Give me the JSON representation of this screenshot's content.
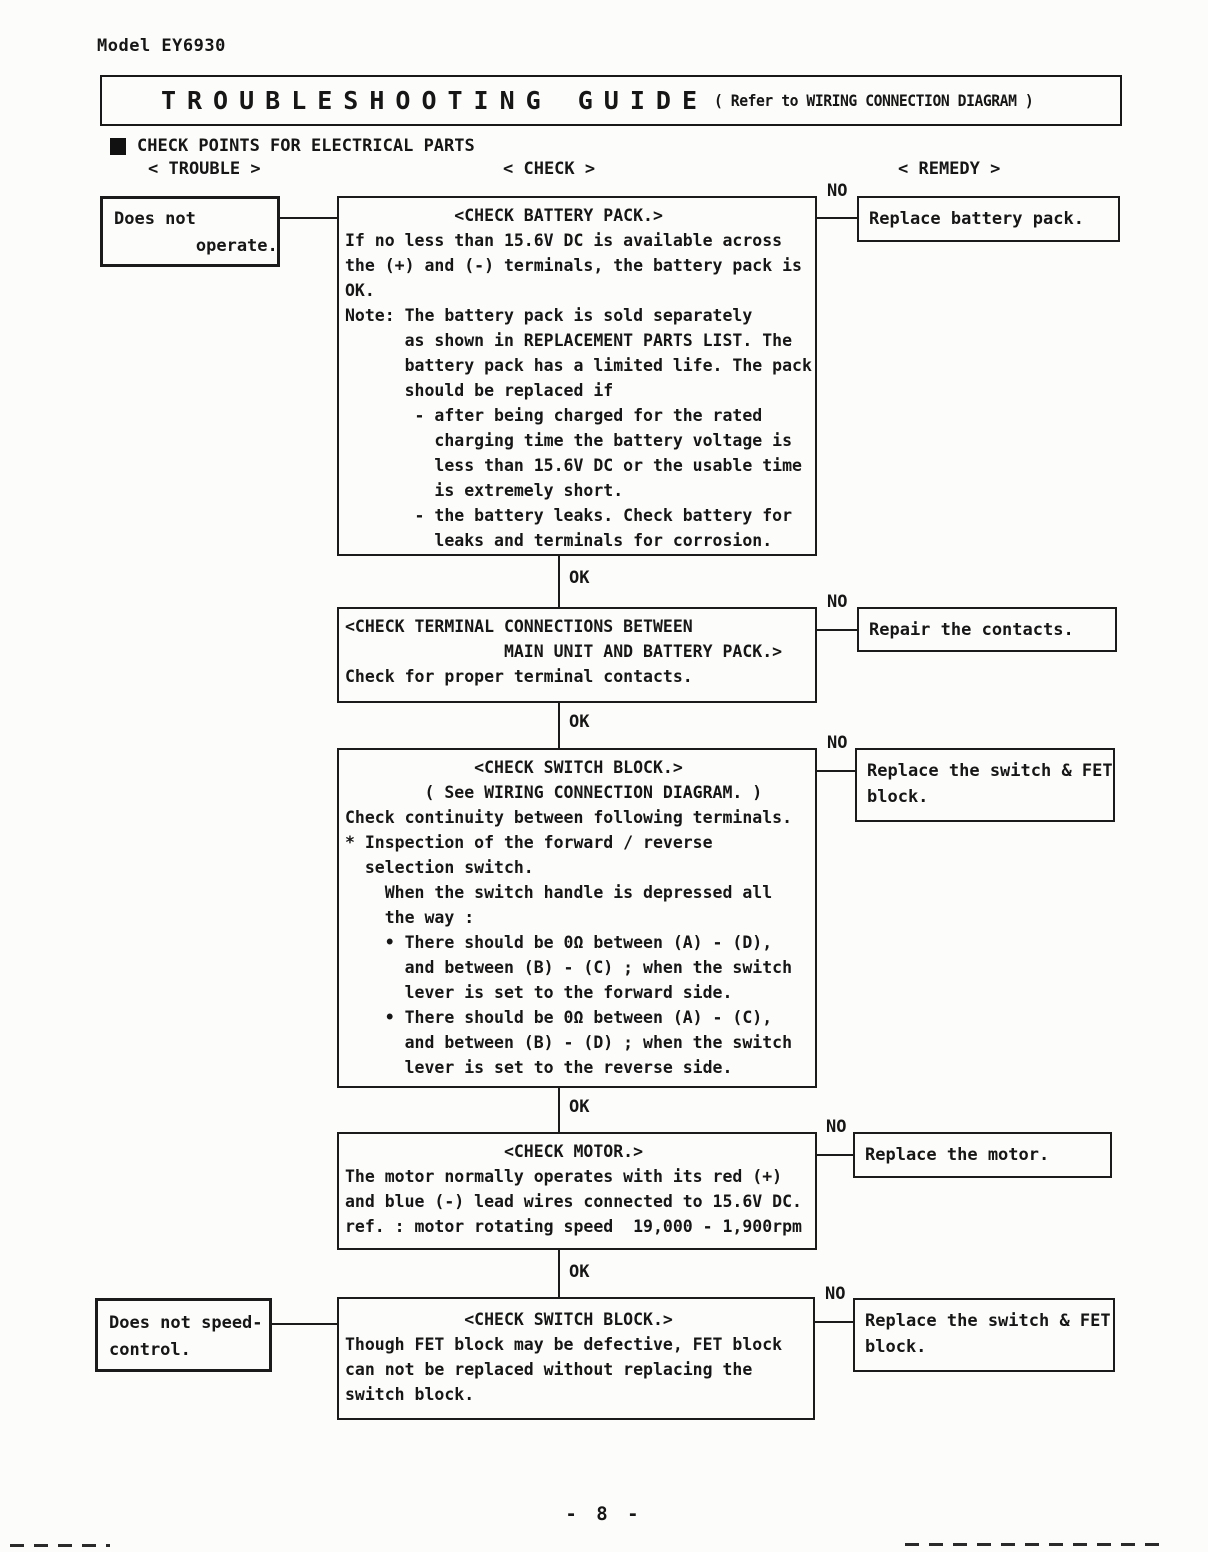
{
  "page": {
    "model": "Model EY6930",
    "title": "TROUBLESHOOTING GUIDE",
    "title_suffix": "( Refer to WIRING CONNECTION DIAGRAM )",
    "section": "CHECK POINTS FOR ELECTRICAL PARTS",
    "columns": {
      "trouble": "< TROUBLE >",
      "check": "< CHECK >",
      "remedy": "< REMEDY >"
    },
    "page_number": "- 8 -"
  },
  "labels": {
    "ok": "OK",
    "no": "NO"
  },
  "nodes": {
    "trouble_does_not_operate": {
      "lines": [
        "Does not",
        "        operate."
      ]
    },
    "check_battery_pack": {
      "lines": [
        "           <CHECK BATTERY PACK.>",
        "If no less than 15.6V DC is available across",
        "the (+) and (-) terminals, the battery pack is",
        "OK.",
        "Note: The battery pack is sold separately",
        "      as shown in REPLACEMENT PARTS LIST. The",
        "      battery pack has a limited life. The pack",
        "      should be replaced if",
        "       - after being charged for the rated",
        "         charging time the battery voltage is",
        "         less than 15.6V DC or the usable time",
        "         is extremely short.",
        "       - the battery leaks. Check battery for",
        "         leaks and terminals for corrosion."
      ]
    },
    "remedy_replace_battery": {
      "lines": [
        "Replace battery pack."
      ]
    },
    "check_terminal_connections": {
      "lines": [
        "<CHECK TERMINAL CONNECTIONS BETWEEN",
        "                MAIN UNIT AND BATTERY PACK.>",
        "Check for proper terminal contacts."
      ]
    },
    "remedy_repair_contacts": {
      "lines": [
        "Repair the contacts."
      ]
    },
    "check_switch_block": {
      "lines": [
        "             <CHECK SWITCH BLOCK.>",
        "        ( See WIRING CONNECTION DIAGRAM. )",
        "Check continuity between following terminals.",
        "* Inspection of the forward / reverse",
        "  selection switch.",
        "    When the switch handle is depressed all",
        "    the way :",
        "    • There should be 0Ω between (A) - (D),",
        "      and between (B) - (C) ; when the switch",
        "      lever is set to the forward side.",
        "    • There should be 0Ω between (A) - (C),",
        "      and between (B) - (D) ; when the switch",
        "      lever is set to the reverse side."
      ]
    },
    "remedy_replace_switch_fet_1": {
      "lines": [
        "Replace the switch & FET",
        "block."
      ]
    },
    "check_motor": {
      "lines": [
        "                <CHECK MOTOR.>",
        "The motor normally operates with its red (+)",
        "and blue (-) lead wires connected to 15.6V DC.",
        "ref. : motor rotating speed  19,000 - 1,900rpm"
      ]
    },
    "remedy_replace_motor": {
      "lines": [
        "Replace the motor."
      ]
    },
    "trouble_does_not_speed_control": {
      "lines": [
        "Does not speed-",
        "control."
      ]
    },
    "check_switch_block_2": {
      "lines": [
        "            <CHECK SWITCH BLOCK.>",
        "Though FET block may be defective, FET block",
        "can not be replaced without replacing the",
        "switch block."
      ]
    },
    "remedy_replace_switch_fet_2": {
      "lines": [
        "Replace the switch & FET",
        "block."
      ]
    }
  }
}
